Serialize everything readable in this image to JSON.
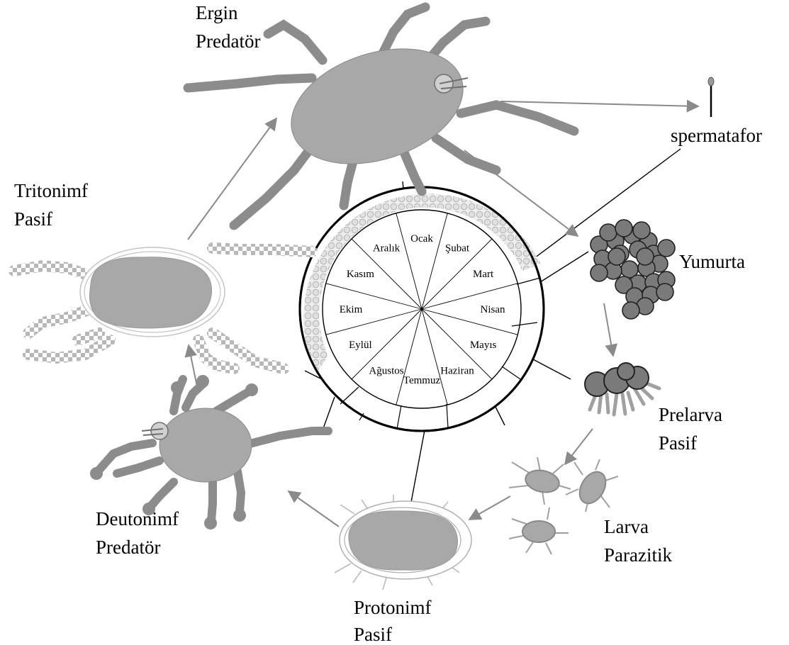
{
  "months": [
    "Ocak",
    "Şubat",
    "Mart",
    "Nisan",
    "Mayıs",
    "Haziran",
    "Temmuz",
    "Ağustos",
    "Eylül",
    "Ekim",
    "Kasım",
    "Aralık"
  ],
  "stages": {
    "ergin": {
      "line1": "Ergin",
      "line2": "Predatör"
    },
    "spermatafor": {
      "line1": "spermatafor"
    },
    "yumurta": {
      "line1": "Yumurta"
    },
    "prelarva": {
      "line1": "Prelarva",
      "line2": "Pasif"
    },
    "larva": {
      "line1": "Larva",
      "line2": "Parazitik"
    },
    "protonimf": {
      "line1": "Protonimf",
      "line2": "Pasif"
    },
    "deutonimf": {
      "line1": "Deutonimf",
      "line2": "Predatör"
    },
    "tritonimf": {
      "line1": "Tritonimf",
      "line2": "Pasif"
    }
  },
  "colors": {
    "body": "#a8a8a8",
    "leg": "#8c8c8c",
    "egg": "#7a7a7a",
    "arrow": "#8a8a8a",
    "line": "#000000"
  }
}
